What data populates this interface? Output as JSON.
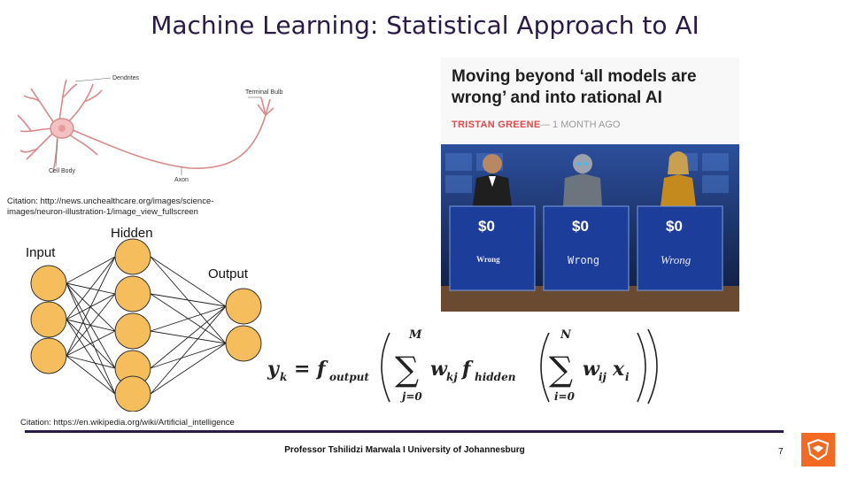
{
  "slide": {
    "title": "Machine Learning: Statistical Approach to AI",
    "page_number": "7",
    "footer": "Professor Tshilidzi Marwala  I  University of Johannesburg"
  },
  "neuron_figure": {
    "labels": {
      "dendrites": "Dendrites",
      "terminal_bulb": "Terminal Bulb",
      "cell_body": "Cell Body",
      "axon": "Axon"
    },
    "citation_line1": "Citation: http://news.unchealthcare.org/images/science-",
    "citation_line2": "images/neuron-illustration-1/image_view_fullscreen"
  },
  "network_figure": {
    "labels": {
      "input": "Input",
      "hidden": "Hidden",
      "output": "Output"
    },
    "citation": "Citation: https://en.wikipedia.org/wiki/Artificial_intelligence",
    "colors": {
      "node": "#f5bd5c",
      "stroke": "#333333"
    }
  },
  "article": {
    "headline": "Moving beyond ‘all models are wrong’ and into rational AI",
    "author": "TRISTAN GREENE",
    "time": "— 1 MONTH AGO",
    "podiums": [
      {
        "amount": "$0",
        "answer": "Wrong"
      },
      {
        "amount": "$0",
        "answer": "Wrong"
      },
      {
        "amount": "$0",
        "answer": "Wrong"
      }
    ],
    "colors": {
      "author": "#e04a4a",
      "podium": "#1d3d9a",
      "stage": "#1a2a5a"
    }
  },
  "formula": {
    "y": "y",
    "y_sub": "k",
    "f_out": "f",
    "f_out_sub": "output",
    "w_kj": "w",
    "w_kj_sub": "kj",
    "f_hid": "f",
    "f_hid_sub": "hidden",
    "w_ij": "w",
    "w_ij_sub": "ij",
    "x": "x",
    "x_sub": "i",
    "sum1_upper": "M",
    "sum1_lower": "j=0",
    "sum2_upper": "N",
    "sum2_lower": "i=0",
    "equals": "="
  },
  "colors": {
    "title": "#2b1a47",
    "footer_line": "#2b1a47",
    "logo": "#f26a21"
  }
}
